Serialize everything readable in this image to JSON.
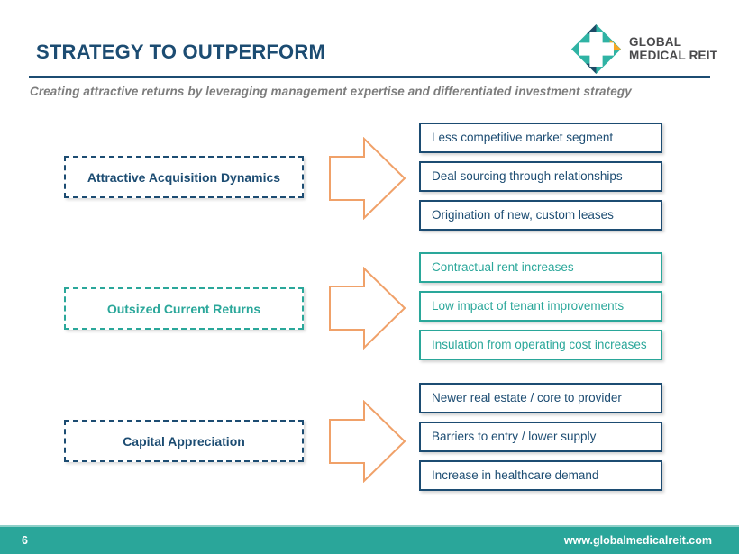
{
  "header": {
    "title": "STRATEGY TO OUTPERFORM",
    "subtitle": "Creating attractive returns by leveraging management expertise and differentiated investment strategy"
  },
  "logo": {
    "line1": "GLOBAL",
    "line2": "MEDICAL REIT",
    "icon": "global-medical-reit-cross-icon"
  },
  "diagram": {
    "arrow_icon": "block-arrow-right-icon",
    "rows": [
      {
        "label": "Attractive Acquisition Dynamics",
        "theme": "navy",
        "items": [
          "Less competitive market segment",
          "Deal sourcing through relationships",
          "Origination of new, custom leases"
        ]
      },
      {
        "label": "Outsized Current Returns",
        "theme": "teal",
        "items": [
          "Contractual rent increases",
          "Low impact of tenant improvements",
          "Insulation from operating cost increases"
        ]
      },
      {
        "label": "Capital Appreciation",
        "theme": "navy",
        "items": [
          "Newer real estate / core to provider",
          "Barriers to entry / lower supply",
          "Increase in healthcare demand"
        ]
      }
    ]
  },
  "footer": {
    "page_number": "6",
    "url": "www.globalmedicalreit.com"
  },
  "colors": {
    "navy": "#1C4C72",
    "teal": "#2AA79A",
    "orange": "#F0A169",
    "footer_teal": "#2AA69A",
    "subtitle_gray": "#7D7D7D",
    "logo_teal": "#2FB3A4",
    "logo_navy": "#1D4A66",
    "logo_orange": "#F7A823",
    "logo_text_gray": "#4A4A4C"
  }
}
